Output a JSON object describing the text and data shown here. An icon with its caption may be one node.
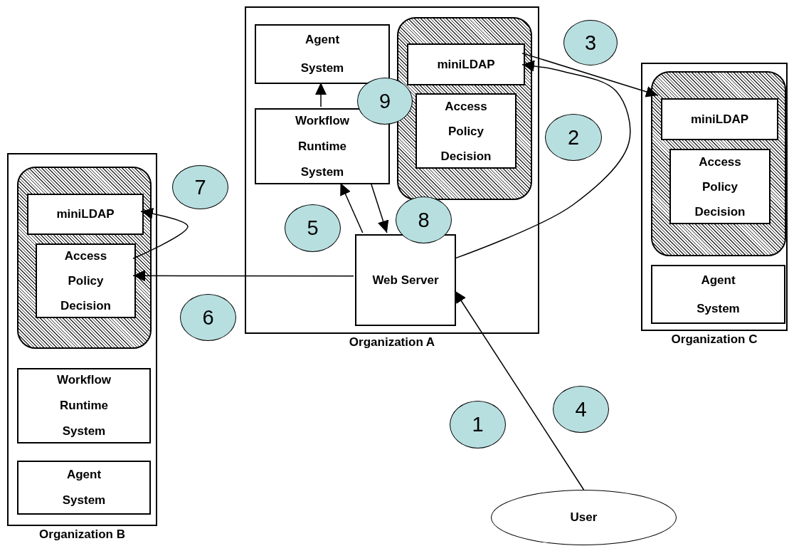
{
  "diagram": {
    "nodes": [
      {
        "text": [
          "Organization A"
        ]
      },
      {
        "text": [
          "Agent System"
        ],
        "in": 0
      },
      {
        "text": [
          "Workflow Runtime System"
        ],
        "in": 0
      },
      {
        "text": [],
        "shape": "box",
        "in": 0
      },
      {
        "text": [
          "miniLDAP"
        ],
        "in": 3
      },
      {
        "text": [
          "Access Policy Decision"
        ],
        "in": 3
      },
      {
        "text": [
          "Web Server"
        ],
        "in": 0
      },
      {
        "text": [
          "Organization B"
        ]
      },
      {
        "text": [],
        "shape": "box",
        "in": 7
      },
      {
        "text": [
          "miniLDAP"
        ],
        "in": 8
      },
      {
        "text": [
          "Access Policy Decision"
        ],
        "in": 8
      },
      {
        "text": [
          "Workflow Runtime System"
        ],
        "in": 7
      },
      {
        "text": [
          "Agent System"
        ],
        "in": 7
      },
      {
        "text": [
          "Organization C"
        ]
      },
      {
        "text": [],
        "shape": "box",
        "in": 13
      },
      {
        "text": [
          "miniLDAP"
        ],
        "in": 14
      },
      {
        "text": [
          "Access Policy Decision"
        ],
        "in": 14
      },
      {
        "text": [
          "Agent System"
        ],
        "in": 13
      },
      {
        "text": [
          "User"
        ]
      },
      {
        "text": [
          "1"
        ]
      },
      {
        "text": [
          "2"
        ]
      },
      {
        "text": [
          "3"
        ]
      },
      {
        "text": [
          "4"
        ]
      },
      {
        "text": [
          "5"
        ],
        "in": 0
      },
      {
        "text": [
          "6"
        ]
      },
      {
        "text": [
          "7"
        ]
      },
      {
        "text": [
          "8"
        ],
        "in": 0
      },
      {
        "text": [
          "9"
        ],
        "in": 0
      }
    ],
    "edges": [
      {
        "from": 18,
        "to": 6,
        "arrow": "to"
      },
      {
        "from": 6,
        "to": 10,
        "arrow": "to"
      },
      {
        "from": 6,
        "to": 2,
        "arrow": "to"
      },
      {
        "from": 2,
        "to": 6,
        "arrow": "to"
      },
      {
        "from": 2,
        "to": 1,
        "arrow": "to"
      },
      {
        "from": 6,
        "to": 4,
        "arrow": "to"
      },
      {
        "from": 4,
        "to": 15,
        "arrow": "to"
      },
      {
        "from": 10,
        "to": 9,
        "arrow": "to"
      }
    ]
  }
}
